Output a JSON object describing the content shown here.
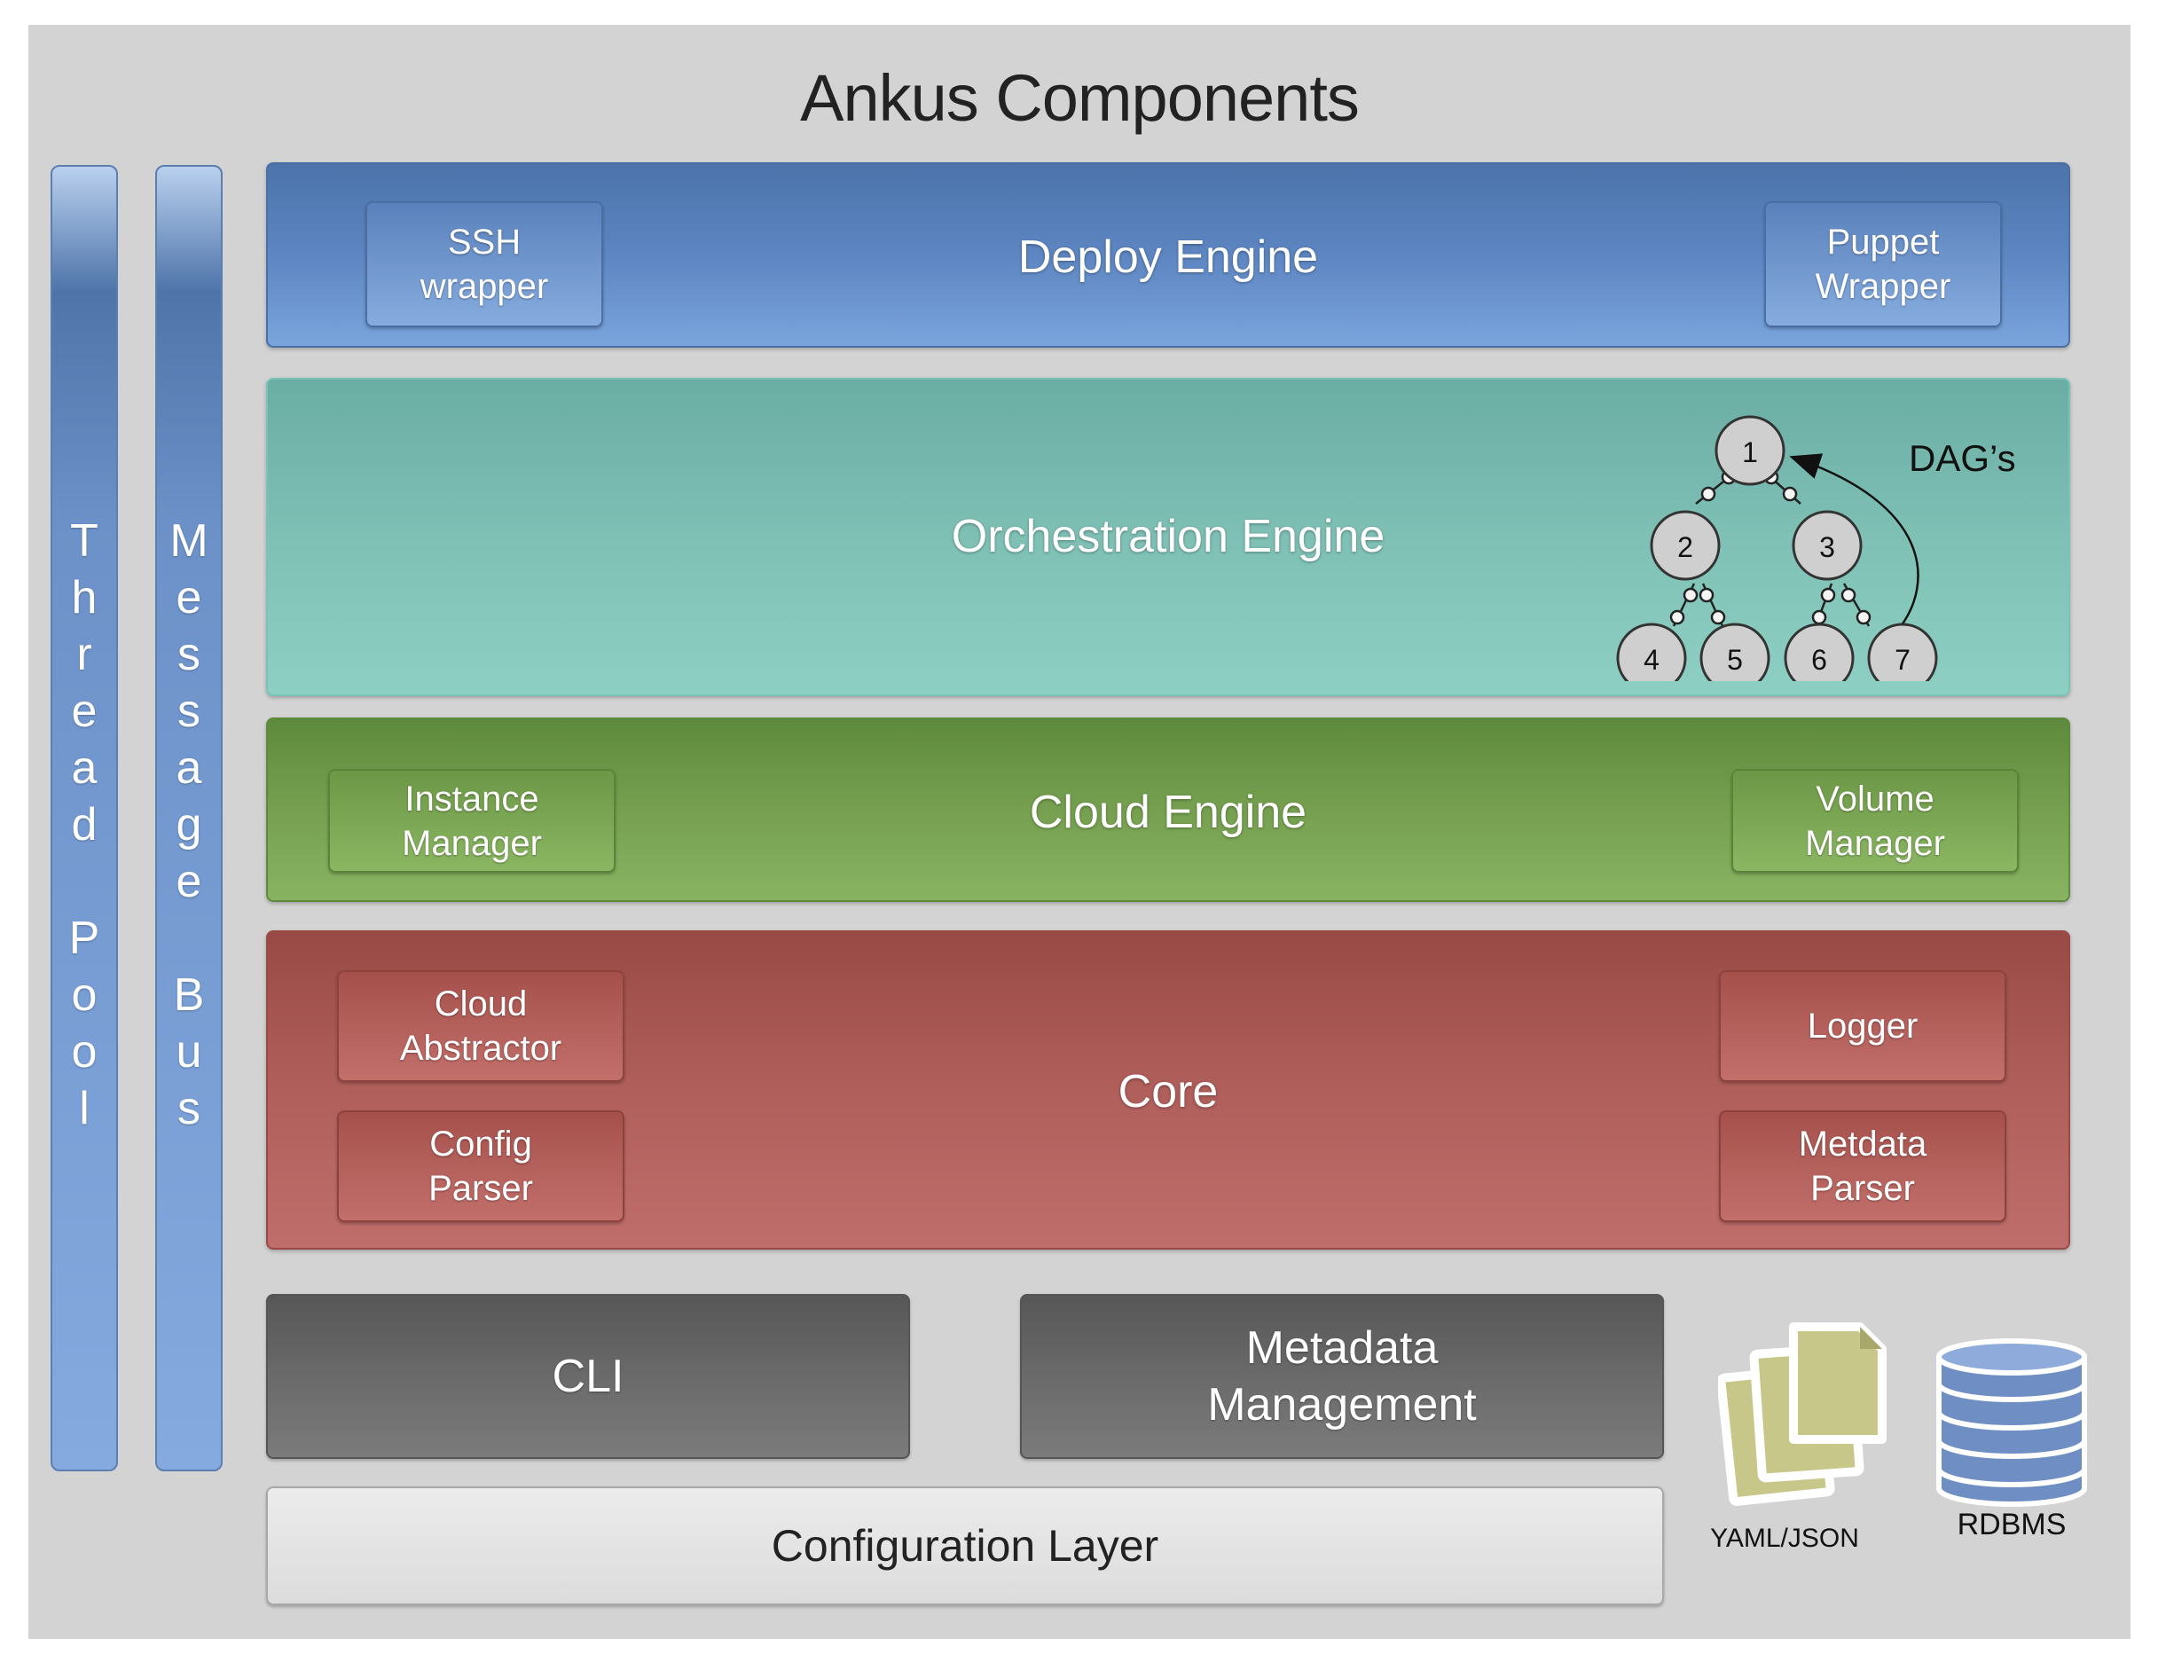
{
  "title": "Ankus Components",
  "rails": {
    "thread_pool": [
      "T",
      "h",
      "r",
      "e",
      "a",
      "d",
      " ",
      "P",
      "o",
      "o",
      "l"
    ],
    "message_bus": [
      "M",
      "e",
      "s",
      "s",
      "a",
      "g",
      "e",
      " ",
      "B",
      "u",
      "s"
    ]
  },
  "deploy_engine": {
    "label": "Deploy Engine",
    "left_box": "SSH\nwrapper",
    "right_box": "Puppet\nWrapper"
  },
  "orchestration_engine": {
    "label": "Orchestration Engine",
    "dag_label": "DAG’s",
    "nodes": [
      "1",
      "2",
      "3",
      "4",
      "5",
      "6",
      "7"
    ]
  },
  "cloud_engine": {
    "label": "Cloud Engine",
    "left_box": "Instance\nManager",
    "right_box": "Volume\nManager"
  },
  "core": {
    "label": "Core",
    "cloud_abstractor": "Cloud\nAbstractor",
    "config_parser": "Config\nParser",
    "logger": "Logger",
    "metadata_parser": "Metdata\nParser"
  },
  "cli": "CLI",
  "metadata_management": "Metadata\nManagement",
  "configuration_layer": "Configuration Layer",
  "yaml_json_label": "YAML/JSON",
  "rdbms_label": "RDBMS"
}
